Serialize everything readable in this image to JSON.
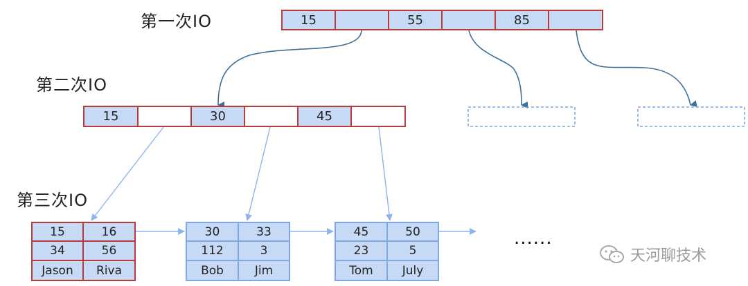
{
  "labels": {
    "io1": "第一次IO",
    "io2": "第二次IO",
    "io3": "第三次IO"
  },
  "root_node": [
    "15",
    "",
    "55",
    "",
    "85",
    ""
  ],
  "level2_node": [
    "15",
    "",
    "30",
    "",
    "45",
    ""
  ],
  "leaves": [
    {
      "rows": [
        [
          "15",
          "16"
        ],
        [
          "34",
          "56"
        ],
        [
          "Jason",
          "Riva"
        ]
      ]
    },
    {
      "rows": [
        [
          "30",
          "33"
        ],
        [
          "112",
          "3"
        ],
        [
          "Bob",
          "Jim"
        ]
      ]
    },
    {
      "rows": [
        [
          "45",
          "50"
        ],
        [
          "23",
          "5"
        ],
        [
          "Tom",
          "July"
        ]
      ]
    }
  ],
  "ellipsis": "......",
  "watermark": "天河聊技术",
  "colors": {
    "red_border": "#b83a3a",
    "blue_fill": "#c6daf5",
    "blue_border": "#7fa7e3",
    "dark_arrow": "#3d6e9a",
    "light_arrow": "#8fb4ec"
  }
}
